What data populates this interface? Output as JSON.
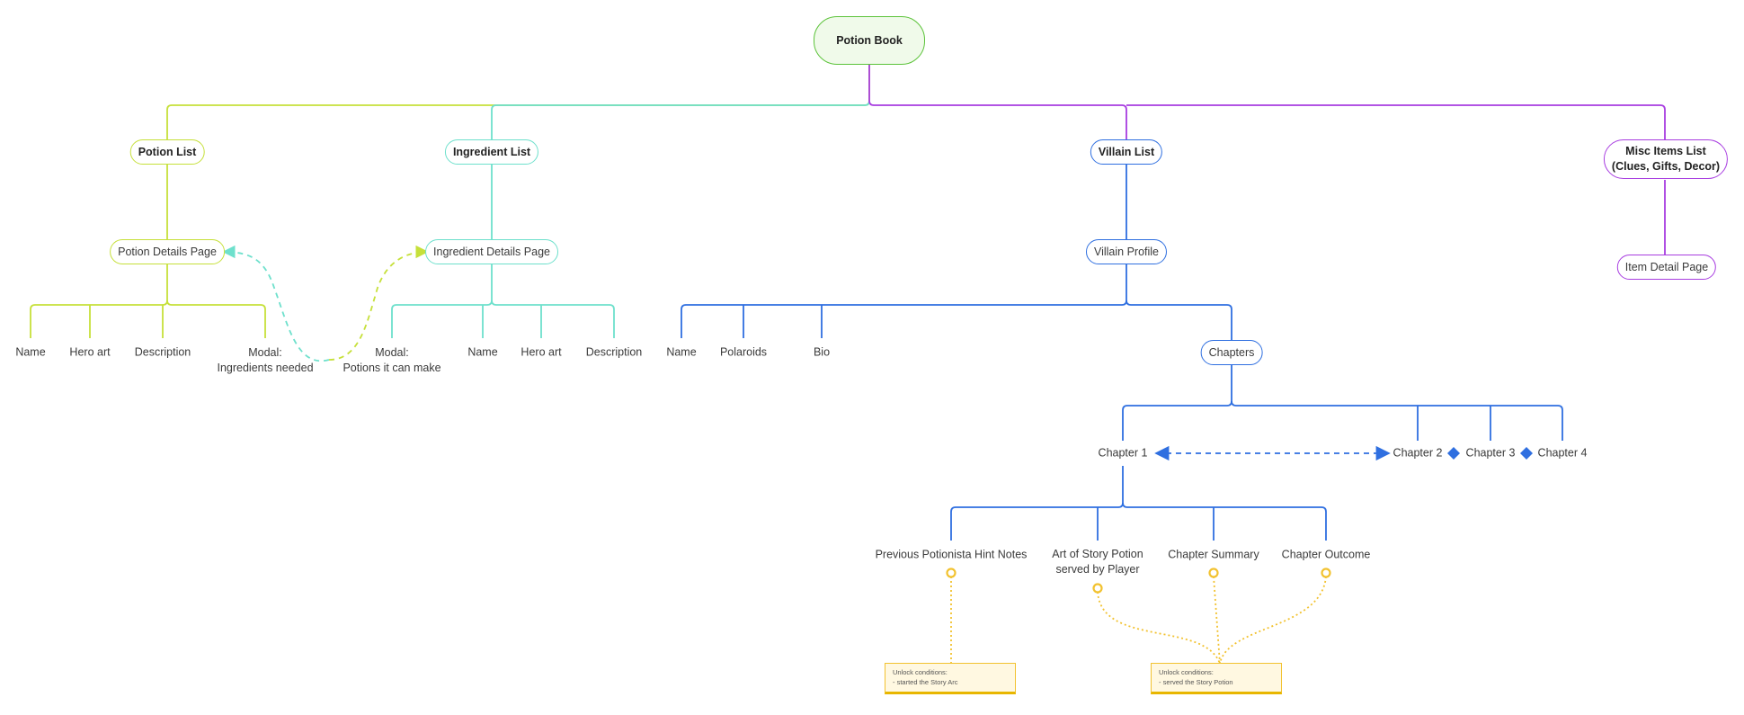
{
  "root": "Potion Book",
  "lists": {
    "potion": "Potion List",
    "ingredient": "Ingredient List",
    "villain": "Villain List",
    "misc": "Misc Items List",
    "misc_sub": "(Clues, Gifts, Decor)"
  },
  "pages": {
    "potion_details": "Potion Details Page",
    "ingredient_details": "Ingredient Details Page",
    "villain_profile": "Villain Profile",
    "item_detail": "Item Detail Page",
    "chapters": "Chapters"
  },
  "potion_fields": {
    "name": "Name",
    "hero_art": "Hero art",
    "description": "Description",
    "modal_line1": "Modal:",
    "modal_line2": "Ingredients needed"
  },
  "ingredient_fields": {
    "modal_line1": "Modal:",
    "modal_line2": "Potions it can make",
    "name": "Name",
    "hero_art": "Hero art",
    "description": "Description"
  },
  "villain_fields": {
    "name": "Name",
    "polaroids": "Polaroids",
    "bio": "Bio"
  },
  "chapter_list": {
    "c1": "Chapter 1",
    "c2": "Chapter 2",
    "c3": "Chapter 3",
    "c4": "Chapter 4"
  },
  "chapter_parts": {
    "hint_notes": "Previous Potionista Hint Notes",
    "art_line1": "Art of Story Potion",
    "art_line2": "served by Player",
    "summary": "Chapter Summary",
    "outcome": "Chapter Outcome"
  },
  "notes": {
    "note1_title": "Unlock conditions:",
    "note1_body": "- started the Story Arc",
    "note2_title": "Unlock conditions:",
    "note2_body": "- served the Story Potion"
  },
  "colors": {
    "root_border": "#5cc33a",
    "potion_branch": "#c6e03a",
    "ingredient_branch": "#6ee0cc",
    "villain_branch": "#2f6fe0",
    "misc_branch": "#a83de0",
    "note_connector": "#f2c230"
  }
}
